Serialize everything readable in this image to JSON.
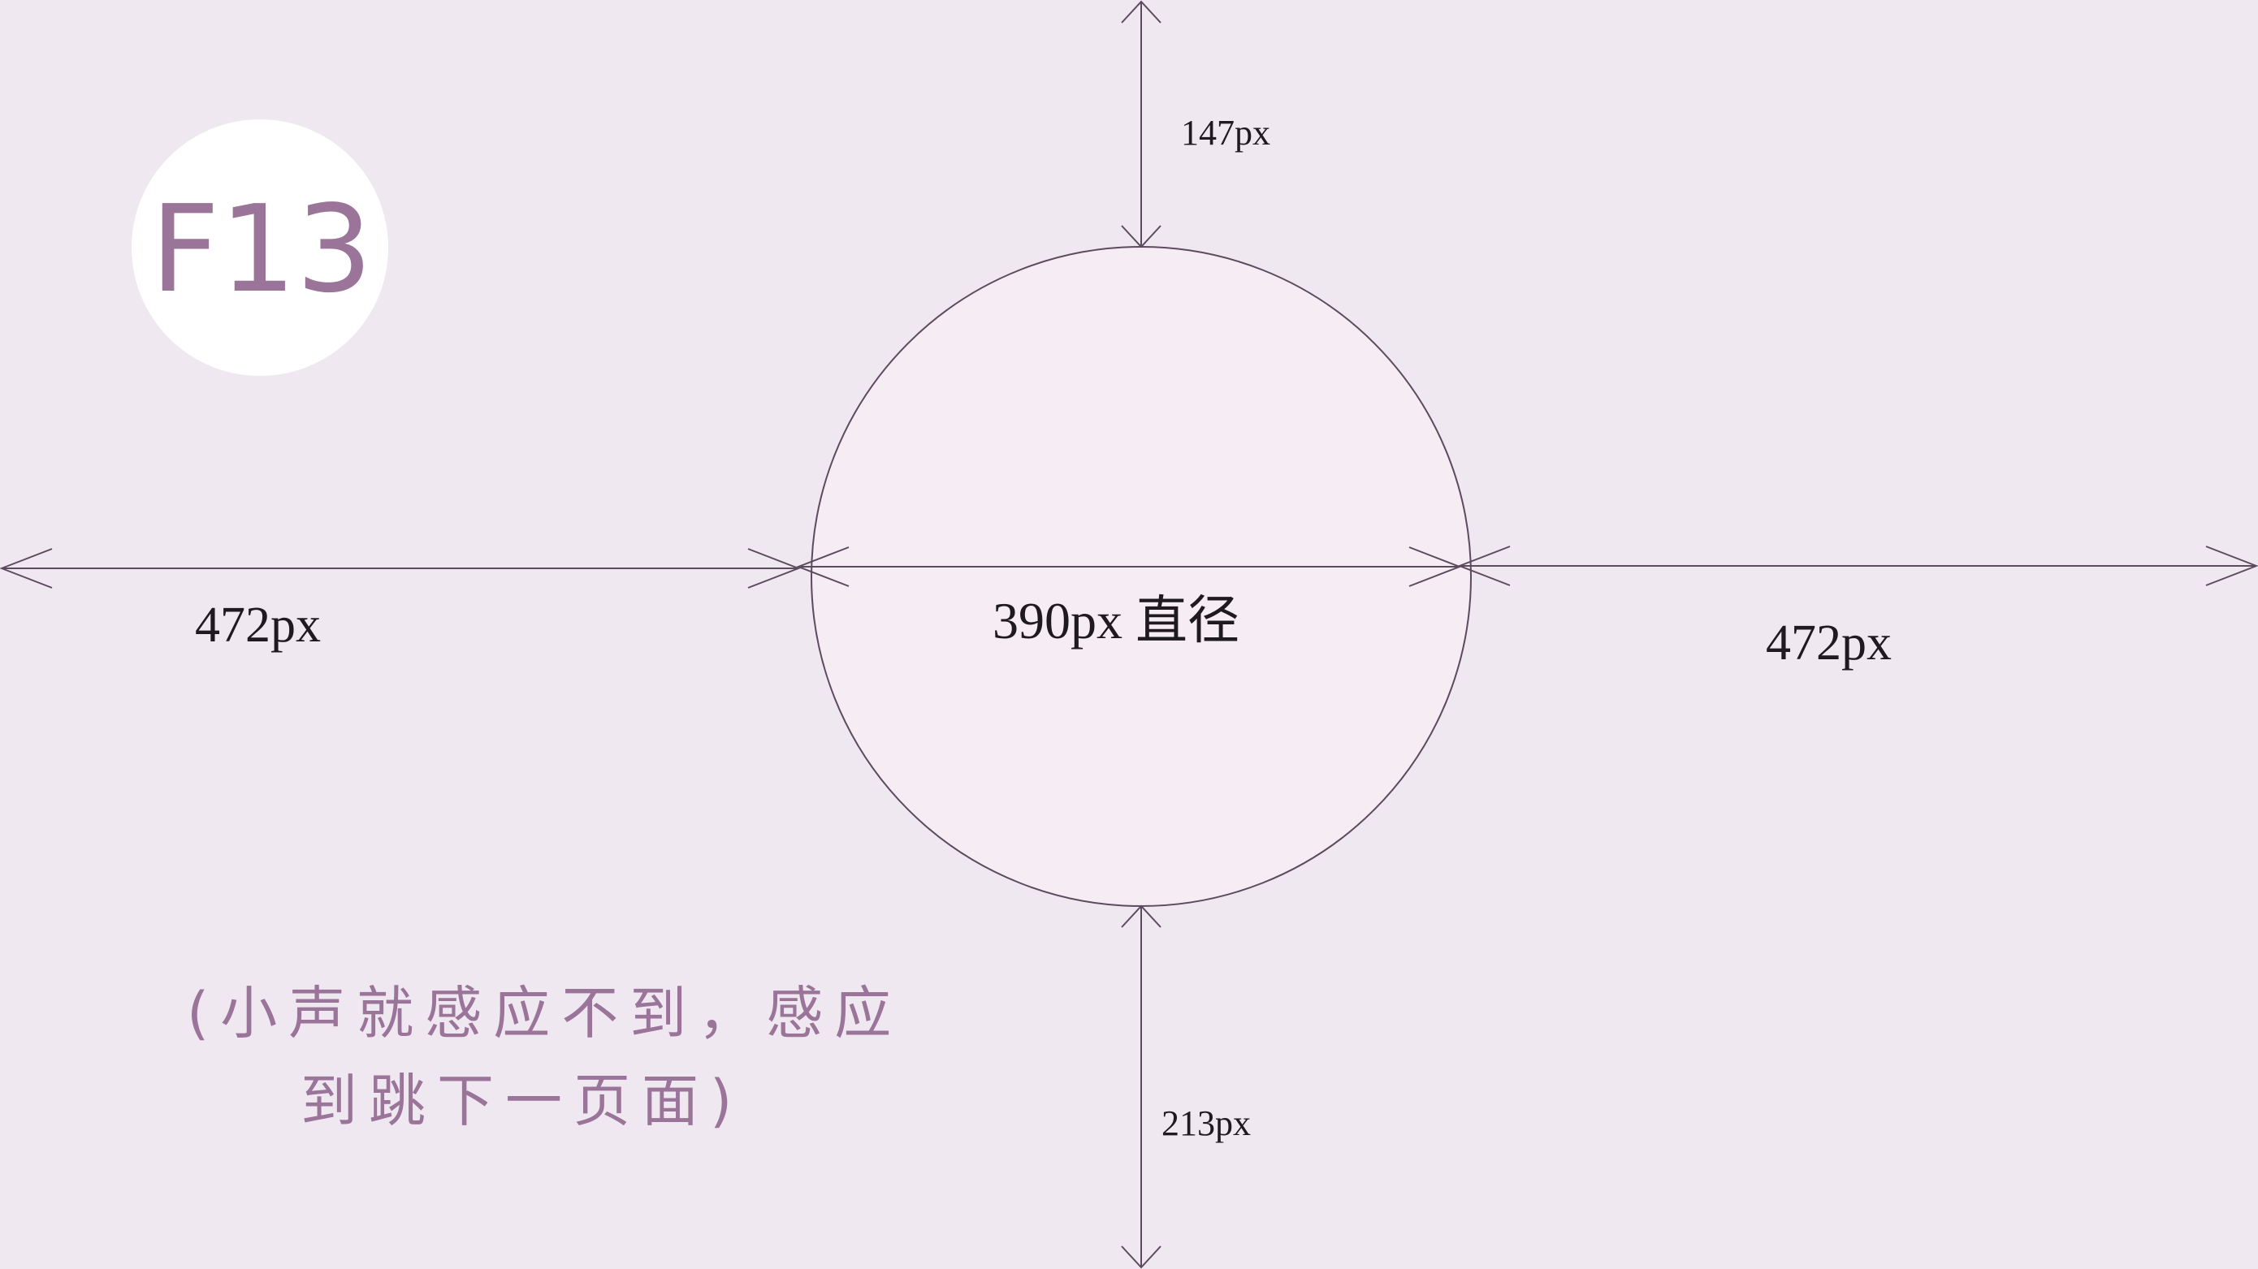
{
  "badge": {
    "label": "F13"
  },
  "dimensions": {
    "left_margin": "472px",
    "right_margin": "472px",
    "diameter": "390px 直径",
    "top_margin": "147px",
    "bottom_margin": "213px"
  },
  "note": {
    "line1": "(小声就感应不到，感应",
    "line2": "到跳下一页面)"
  },
  "colors": {
    "background": "#f0e8f1",
    "circle_fill": "#f6ecf4",
    "line": "#5c4a5e",
    "accent": "#9a7499",
    "badge_bg": "#ffffff"
  }
}
